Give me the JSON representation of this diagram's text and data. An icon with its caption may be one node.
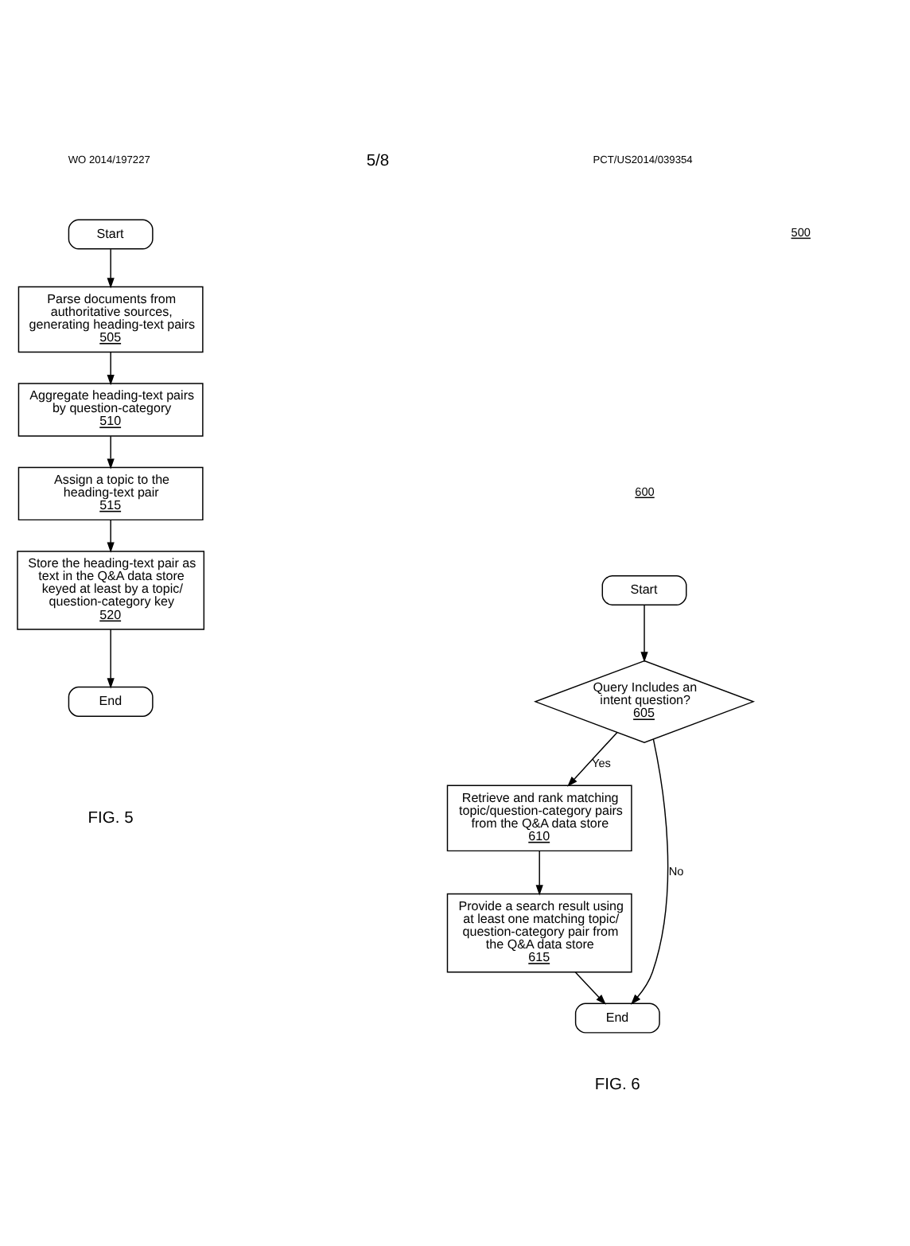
{
  "diagram": {
    "nodes": [
      {
        "text": [
          "Start"
        ]
      },
      {
        "text": [
          "Parse documents from authoritative sources, generating heading-text pairs",
          "505"
        ]
      },
      {
        "text": [
          "Aggregate heading-text pairs by question-category",
          "510"
        ]
      },
      {
        "text": [
          "Assign a topic to the heading-text pair",
          "515"
        ]
      },
      {
        "text": [
          "Store the heading-text pair as text in the Q&A data store keyed at least by a topic/ question-category key",
          "520"
        ]
      },
      {
        "text": [
          "End"
        ]
      },
      {
        "text": [
          "Start"
        ]
      },
      {
        "text": [
          "Query Includes an intent question?",
          "605"
        ]
      },
      {
        "text": [
          "Retrieve and rank matching topic/question-category pairs from the Q&A data store",
          "610"
        ]
      },
      {
        "text": [
          "Provide a search result using at least one matching topic/ question-category pair from the Q&A data store",
          "615"
        ]
      },
      {
        "text": [
          "End"
        ]
      }
    ],
    "edges": [
      {
        "from": 0,
        "to": 1,
        "arrow": "to"
      },
      {
        "from": 1,
        "to": 2,
        "arrow": "to"
      },
      {
        "from": 2,
        "to": 3,
        "arrow": "to"
      },
      {
        "from": 3,
        "to": 4,
        "arrow": "to"
      },
      {
        "from": 4,
        "to": 5,
        "arrow": "to"
      },
      {
        "from": 6,
        "to": 7,
        "arrow": "to"
      },
      {
        "from": 7,
        "to": 8,
        "arrow": "to",
        "label": "Yes"
      },
      {
        "from": 8,
        "to": 9,
        "arrow": "to"
      },
      {
        "from": 9,
        "to": 10,
        "arrow": "to"
      },
      {
        "from": 7,
        "to": 10,
        "arrow": "to",
        "label": "No"
      }
    ],
    "labels": [
      "WO 2014/197227",
      "5/8",
      "PCT/US2014/039354",
      "500",
      "FIG. 5",
      "600",
      "FIG. 6"
    ]
  }
}
